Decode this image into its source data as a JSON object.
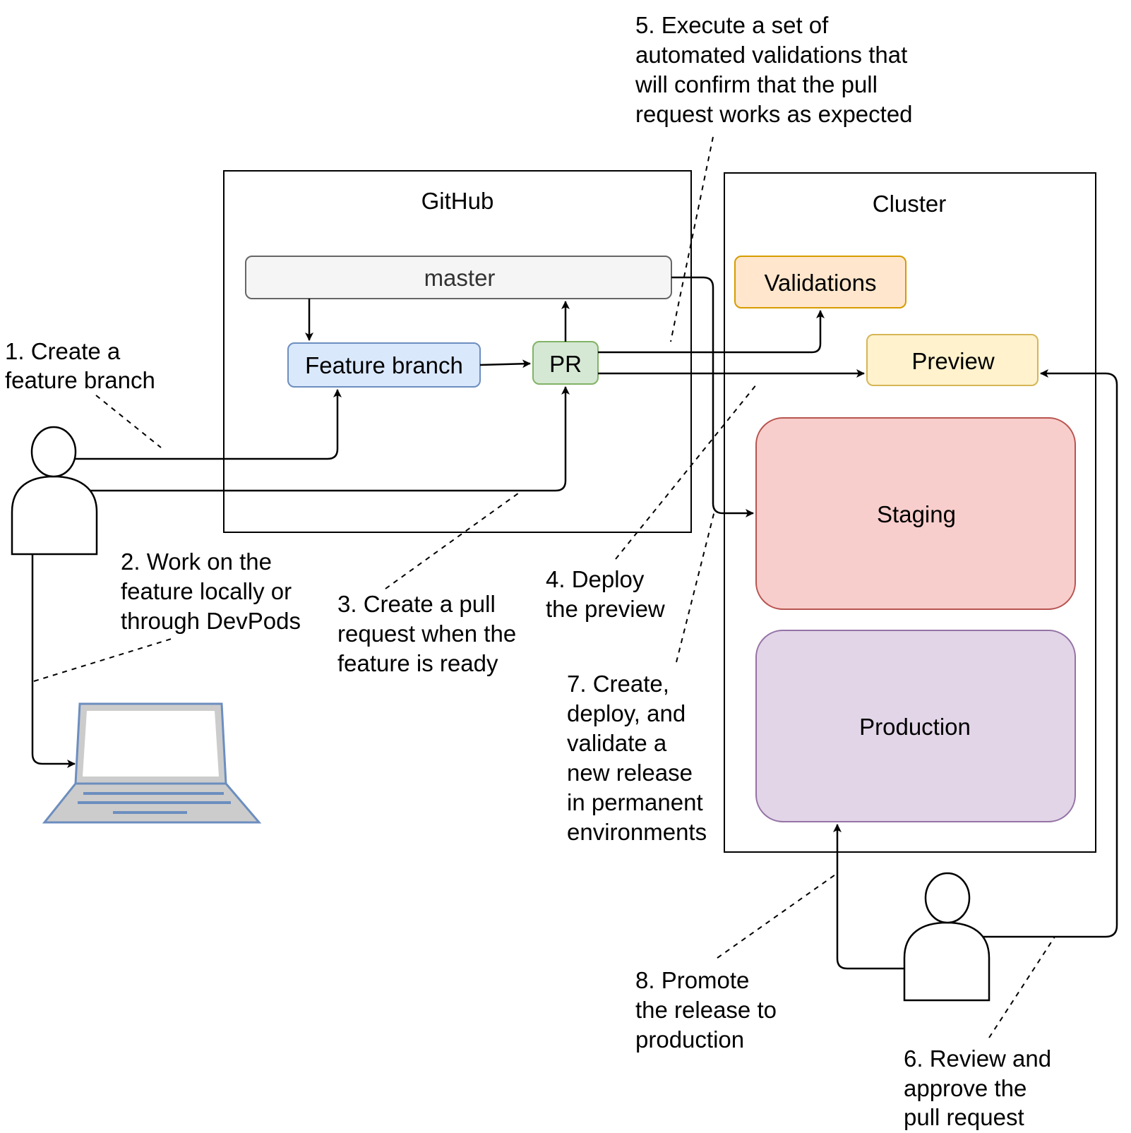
{
  "containers": {
    "github": {
      "title": "GitHub"
    },
    "cluster": {
      "title": "Cluster"
    }
  },
  "nodes": {
    "master": {
      "label": "master",
      "fill": "#f5f5f5",
      "stroke": "#666666"
    },
    "feature_branch": {
      "label": "Feature branch",
      "fill": "#dae8fc",
      "stroke": "#6c8ebf"
    },
    "pr": {
      "label": "PR",
      "fill": "#d5e8d4",
      "stroke": "#82b366"
    },
    "validations": {
      "label": "Validations",
      "fill": "#ffe6cc",
      "stroke": "#d79b00"
    },
    "preview": {
      "label": "Preview",
      "fill": "#fff2cc",
      "stroke": "#d6b656"
    },
    "staging": {
      "label": "Staging",
      "fill": "#f8cecc",
      "stroke": "#b85450"
    },
    "production": {
      "label": "Production",
      "fill": "#e1d5e7",
      "stroke": "#9673a6"
    }
  },
  "annotations": {
    "step1": [
      "1. Create a",
      "feature branch"
    ],
    "step2": [
      "2. Work on the",
      "feature locally or",
      "through DevPods"
    ],
    "step3": [
      "3. Create a pull",
      "request when the",
      "feature is ready"
    ],
    "step4": [
      "4. Deploy",
      "the preview"
    ],
    "step5": [
      "5. Execute a set of",
      "automated validations that",
      "will confirm that the pull",
      "request works as expected"
    ],
    "step6": [
      "6. Review and",
      "approve the",
      "pull request"
    ],
    "step7": [
      "7. Create,",
      "deploy, and",
      "validate a",
      "new release",
      "in permanent",
      "environments"
    ],
    "step8": [
      "8. Promote",
      "the release to",
      "production"
    ]
  },
  "actors": {
    "developer": "user-icon",
    "reviewer": "user-icon",
    "laptop": "laptop-icon"
  }
}
